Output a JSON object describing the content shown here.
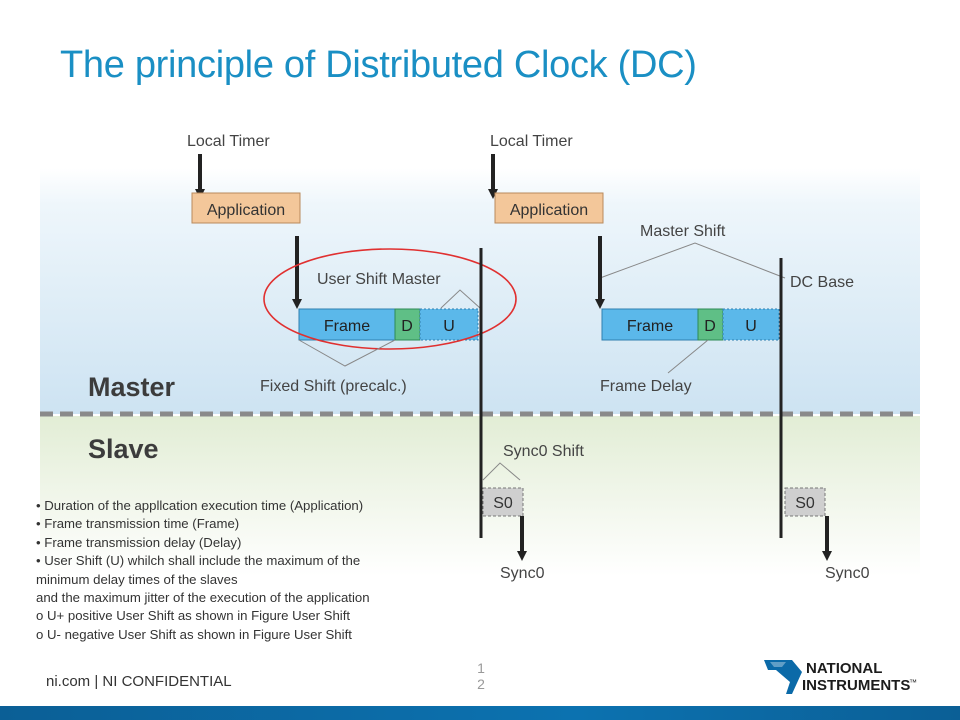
{
  "slide": {
    "title": "The principle of Distributed Clock (DC)"
  },
  "diagram": {
    "left": {
      "local_timer": "Local Timer",
      "application": "Application",
      "user_shift_master": "User Shift Master",
      "frame": "Frame",
      "d": "D",
      "u": "U",
      "fixed_shift": "Fixed Shift (precalc.)",
      "sync0_shift": "Sync0 Shift",
      "s0": "S0",
      "sync0": "Sync0"
    },
    "right": {
      "local_timer": "Local Timer",
      "application": "Application",
      "master_shift": "Master Shift",
      "dc_base": "DC Base",
      "frame": "Frame",
      "d": "D",
      "u": "U",
      "frame_delay": "Frame Delay",
      "s0": "S0",
      "sync0": "Sync0"
    },
    "master_label": "Master",
    "slave_label": "Slave",
    "colors": {
      "application": "#f3c79a",
      "frame": "#5bb8ea",
      "delay": "#5fbf86",
      "highlight": "#e03030"
    }
  },
  "bullets": [
    "• Duration of the appllcation execution time (Application)",
    "•  Frame transmission time (Frame)",
    "•  Frame transmission delay (Delay)",
    "•  User Shift (U) whilch shall include the maximum of the",
    "minimum delay times of the slaves",
    "and the maximum jitter of the execution of the application",
    "o   U+ positive User Shift as shown in Figure User Shift",
    "o   U- negative User Shift as shown in Figure User Shift"
  ],
  "footer": {
    "text": "ni.com  |  NI CONFIDENTIAL",
    "page_line1": "1",
    "page_line2": "2",
    "logo_line1": "NATIONAL",
    "logo_line2": "INSTRUMENTS",
    "logo_tm": "™"
  }
}
